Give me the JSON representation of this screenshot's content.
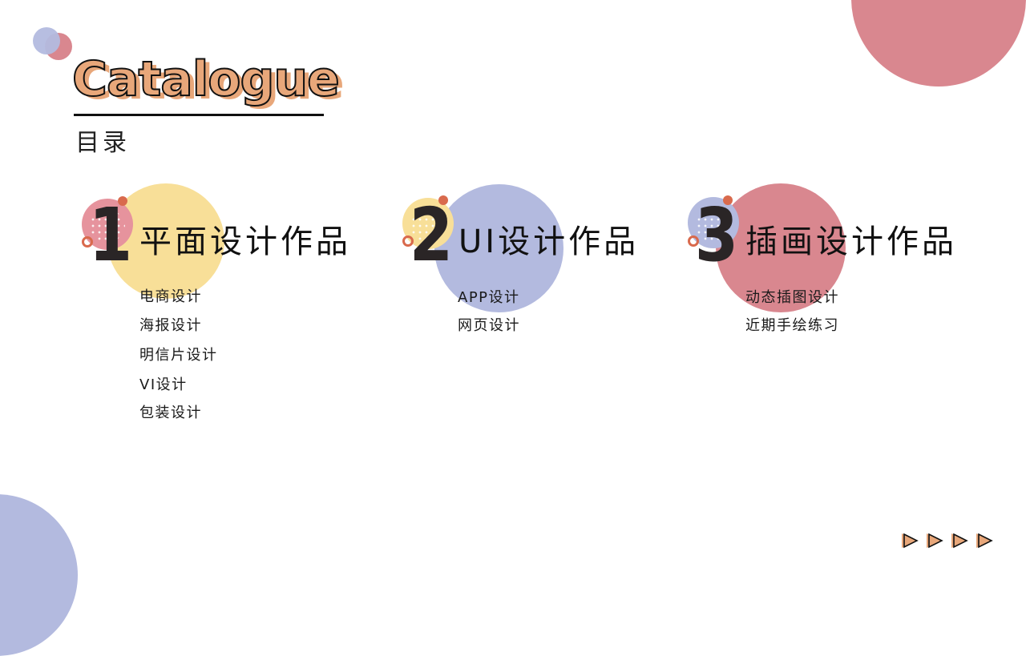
{
  "header": {
    "title": "Catalogue",
    "subtitle": "目录"
  },
  "colors": {
    "pink": "#d9878f",
    "blue": "#b3badf",
    "yellow": "#f8df98",
    "orange": "#e8a77a",
    "accent_red": "#d96a4d",
    "ink": "#2a2526"
  },
  "sections": [
    {
      "number": "1",
      "title": "平面设计作品",
      "items": [
        "电商设计",
        "海报设计",
        "明信片设计",
        "VI设计",
        "包装设计"
      ]
    },
    {
      "number": "2",
      "title": "UI设计作品",
      "items": [
        "APP设计",
        "网页设计"
      ]
    },
    {
      "number": "3",
      "title": "插画设计作品",
      "items": [
        "动态插图设计",
        "近期手绘练习"
      ]
    }
  ],
  "footer": {
    "arrow_icon": "play-triangle-icon",
    "arrow_count": 4
  }
}
